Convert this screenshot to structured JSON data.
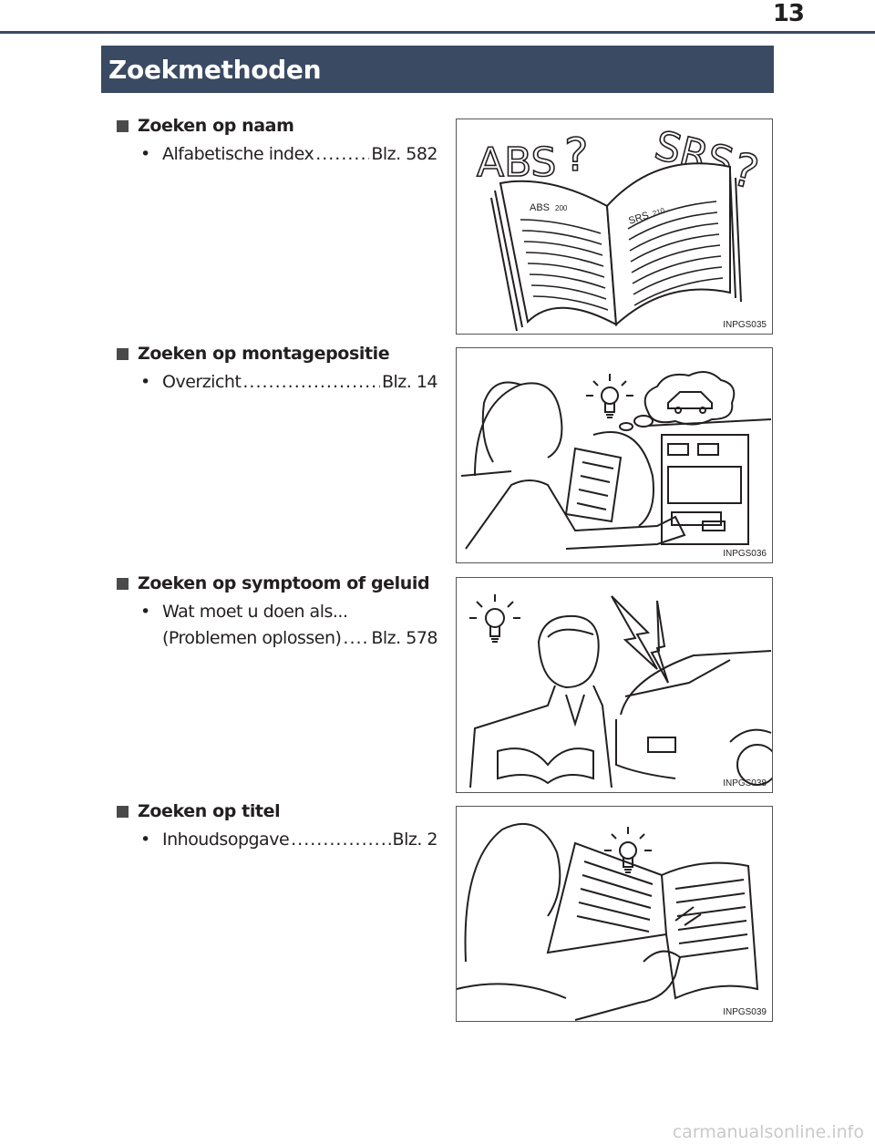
{
  "page": {
    "number": "13",
    "section_title": "Zoekmethoden"
  },
  "methods": [
    {
      "heading": "Zoeken op naam",
      "item_label": "Alfabetische index",
      "item_ref": "Blz. 582",
      "figure_code": "INPGS035"
    },
    {
      "heading": "Zoeken op montagepositie",
      "item_label": "Overzicht",
      "item_ref": "Blz. 14",
      "figure_code": "INPGS036"
    },
    {
      "heading": "Zoeken op symptoom of geluid",
      "item_label_line1": "Wat moet u doen als...",
      "item_label": "(Problemen oplossen)",
      "item_ref": "Blz. 578",
      "figure_code": "INPGS038"
    },
    {
      "heading": "Zoeken op titel",
      "item_label": "Inhoudsopgave",
      "item_ref": "Blz. 2",
      "figure_code": "INPGS039"
    }
  ],
  "figure1": {
    "text_left": "ABS",
    "text_right": "SRS",
    "page_left": "ABS",
    "page_right": "SRS",
    "num_left": "200",
    "num_right": "210"
  },
  "bullet_dot": "•",
  "watermark": "carmanualsonline.info"
}
